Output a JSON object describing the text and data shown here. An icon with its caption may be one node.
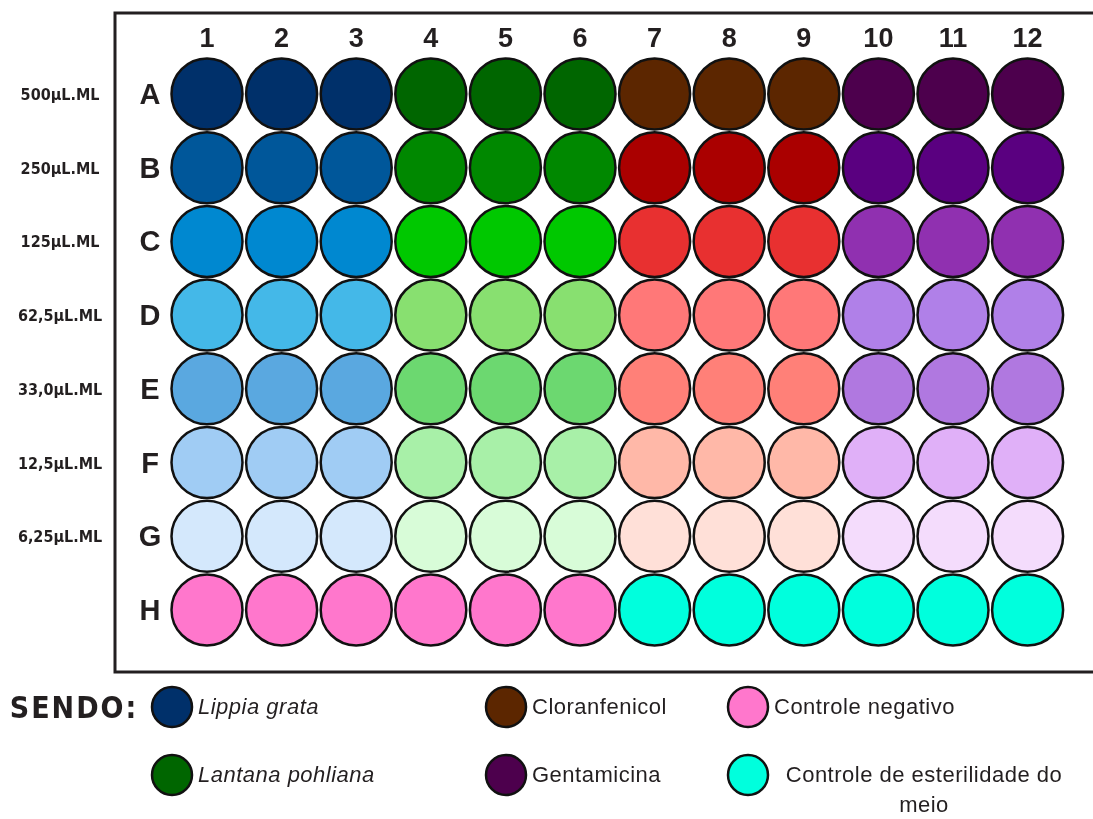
{
  "diagram": {
    "labels": [
      "1",
      "2",
      "3",
      "4",
      "5",
      "6",
      "7",
      "8",
      "9",
      "10",
      "11",
      "12",
      "500µL.ML",
      "A",
      "250µL.ML",
      "B",
      "125µL.ML",
      "C",
      "62,5µL.ML",
      "D",
      "33,0µL.ML",
      "E",
      "12,5µL.ML",
      "F",
      "6,25µL.ML",
      "G",
      "H",
      "SENDO:"
    ],
    "legend": [
      {
        "text": "Lippia grata",
        "color": "#00306a"
      },
      {
        "text": "Cloranfenicol",
        "color": "#5c2600"
      },
      {
        "text": "Controle negativo",
        "color": "#ff77cc"
      },
      {
        "text": "Lantana pohliana",
        "color": "#006600"
      },
      {
        "text": "Gentamicina",
        "color": "#4d004d"
      },
      {
        "text": "Controle de esterilidade do meio",
        "color": "#00ffdd"
      }
    ]
  }
}
